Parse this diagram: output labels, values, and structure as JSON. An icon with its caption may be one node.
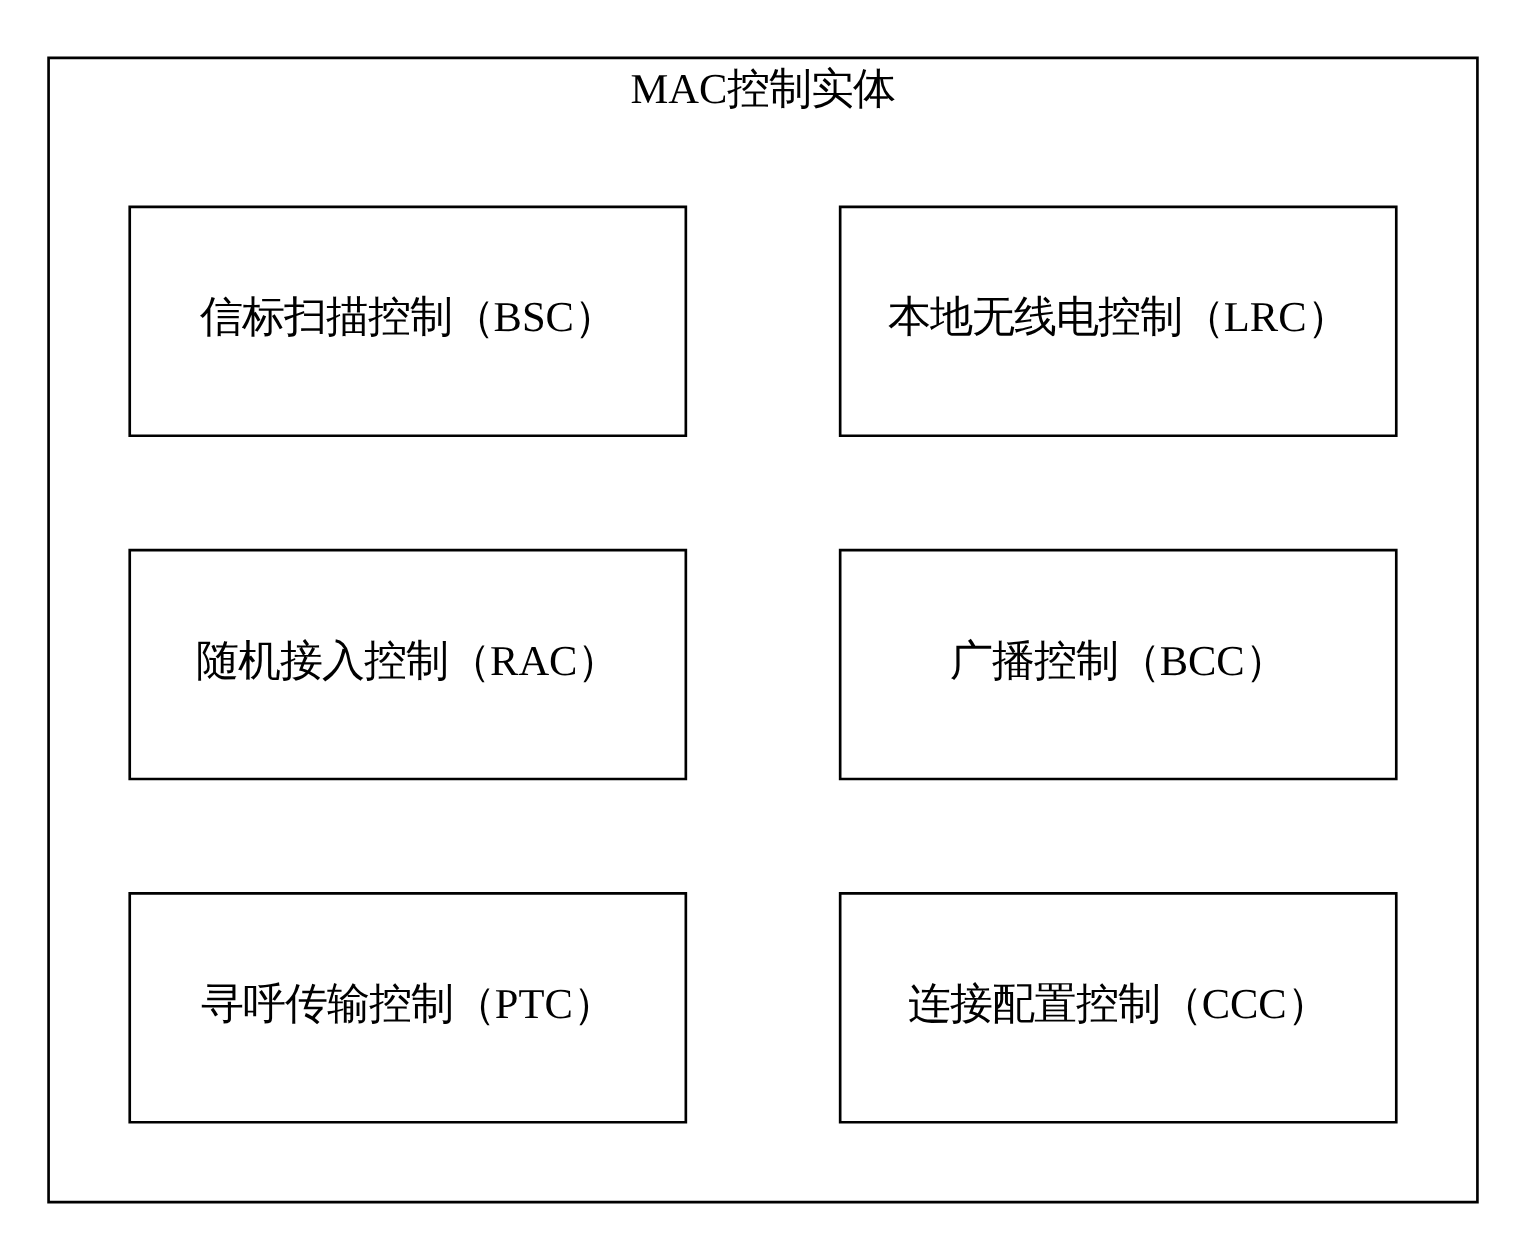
{
  "diagram": {
    "nodes": [
      {
        "text": [
          "MAC控制实体"
        ]
      },
      {
        "text": [
          "本地无线电控制（LRC）"
        ],
        "in": 0
      },
      {
        "text": [
          "信标扫描控制（BSC）"
        ],
        "in": 0
      },
      {
        "text": [
          "广播控制（BCC）"
        ],
        "in": 0
      },
      {
        "text": [
          "随机接入控制（RAC）"
        ],
        "in": 0
      },
      {
        "text": [
          "连接配置控制（CCC）"
        ],
        "in": 0
      },
      {
        "text": [
          "寻呼传输控制（PTC）"
        ],
        "in": 0
      }
    ],
    "edges": []
  }
}
